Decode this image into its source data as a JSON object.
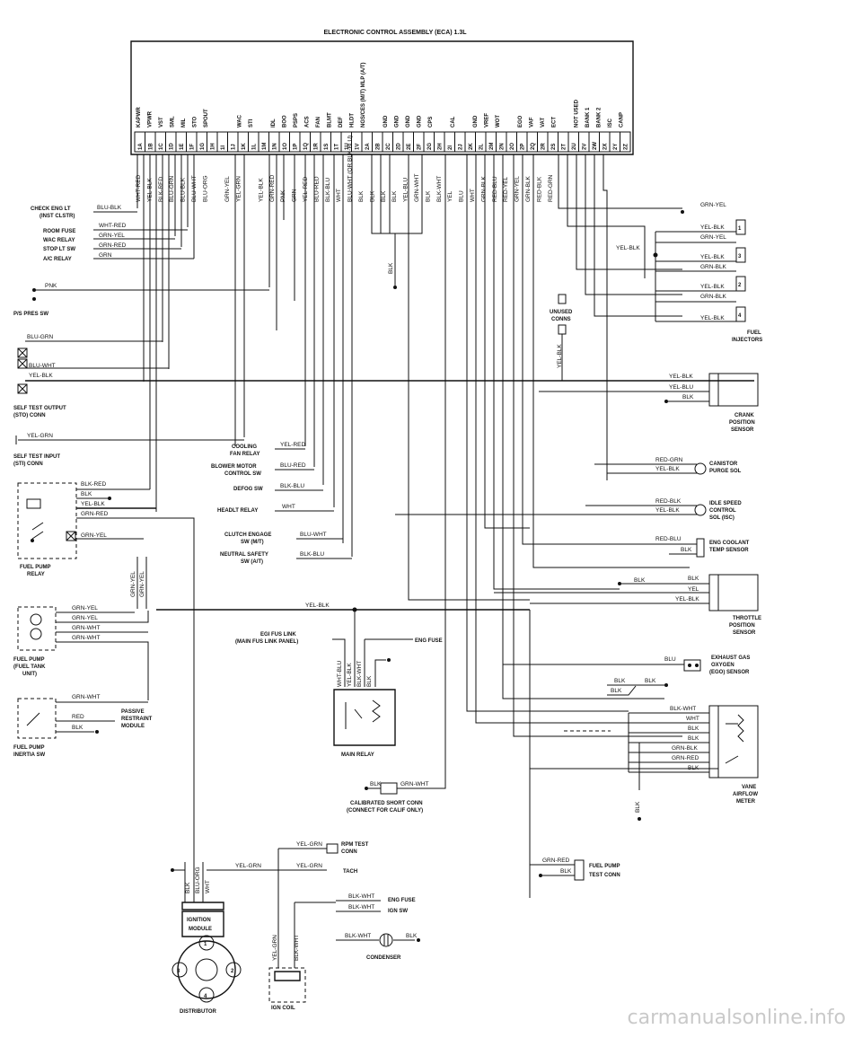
{
  "ecu": {
    "title": "ELECTRONIC CONTROL ASSEMBLY (ECA) 1.3L",
    "functions": [
      "KAPWR",
      "VPWR",
      "VST",
      "SML",
      "MIL",
      "STO",
      "SPOUT",
      "",
      "",
      "WAC",
      "STI",
      "",
      "IDL",
      "BOO",
      "PSPS",
      "ACS",
      "FAN",
      "BLMT",
      "DEF",
      "HLDT",
      "NGS/CES (M/T) MLP (A/T)",
      "",
      "GND",
      "GND",
      "GND",
      "GND",
      "CPS",
      "",
      "CAL",
      "",
      "GND",
      "VREF",
      "WOT",
      "",
      "EGO",
      "VAF",
      "VAT",
      "ECT",
      "",
      "NOT USED",
      "BANK 1",
      "BANK 2",
      "ISC",
      "CANP"
    ],
    "pins": [
      "1A",
      "1B",
      "1C",
      "1D",
      "1E",
      "1F",
      "1G",
      "1H",
      "1I",
      "1J",
      "1K",
      "1L",
      "1M",
      "1N",
      "1O",
      "1P",
      "1Q",
      "1R",
      "1S",
      "1T",
      "1U",
      "1V",
      "2A",
      "2B",
      "2C",
      "2D",
      "2E",
      "2F",
      "2G",
      "2H",
      "2I",
      "2J",
      "2K",
      "2L",
      "2M",
      "2N",
      "2O",
      "2P",
      "2Q",
      "2R",
      "2S",
      "2T",
      "2U",
      "2V",
      "2W",
      "2X",
      "2Y",
      "2Z"
    ]
  },
  "ecu_wires": [
    "WHT-RED",
    "YEL-BLK",
    "BLK-RED",
    "BLU-GRN",
    "BLU-BLK",
    "BLU-WHT",
    "BLU-ORG",
    "",
    "GRN-YEL",
    "YEL-GRN",
    "",
    "YEL-BLK",
    "GRN-RED",
    "PNK",
    "GRN",
    "YEL-RED",
    "BLU-RED",
    "BLK-BLU",
    "WHT",
    "BLU-WHT (OR BLK-BLU)",
    "BLK",
    "BLK",
    "BLK",
    "BLK",
    "YEL-BLU",
    "GRN-WHT",
    "BLK",
    "BLK-WHT",
    "YEL",
    "BLU",
    "WHT",
    "GRN-BLK",
    "RED-BLU",
    "RED-YEL",
    "GRN-YEL",
    "GRN-BLK",
    "RED-BLK",
    "RED-GRN"
  ],
  "left": {
    "check_eng": "CHECK ENG LT",
    "inst_clstr": "(INST CLSTR)",
    "check_eng_wire": "BLU-BLK",
    "room_fuse": "ROOM FUSE",
    "room_fuse_wire": "WHT-RED",
    "wac_relay": "WAC RELAY",
    "wac_wire": "GRN-YEL",
    "stop_lt": "STOP LT SW",
    "stop_wire": "GRN-RED",
    "ac_relay": "A/C RELAY",
    "ac_wire": "GRN",
    "pnk": "PNK",
    "ps_pres": "P/S PRES SW",
    "blu_grn": "BLU-GRN",
    "blu_wht": "BLU-WHT",
    "yel_blk": "YEL-BLK",
    "sto_conn": "SELF TEST OUTPUT",
    "sto_conn2": "(STO) CONN",
    "yel_grn": "YEL-GRN",
    "sti_conn": "SELF TEST INPUT",
    "sti_conn2": "(STI) CONN",
    "fp_relay_wires": [
      "BLK-RED",
      "BLK",
      "YEL-BLK",
      "GRN-RED",
      "GRN-YEL"
    ],
    "fp_relay": "FUEL PUMP",
    "fp_relay2": "RELAY",
    "relay_vert_wires": [
      "GRN-YEL",
      "GRN-YEL"
    ],
    "fp_tank_wires": [
      "GRN-YEL",
      "GRN-YEL",
      "GRN-WHT",
      "GRN-WHT"
    ],
    "fp_tank": "FUEL PUMP",
    "fp_tank2": "(FUEL TANK",
    "fp_tank3": "UNIT)",
    "inertia_wires": [
      "GRN-WHT",
      "RED",
      "BLK"
    ],
    "passive": "PASSIVE",
    "passive2": "RESTRAINT",
    "passive3": "MODULE",
    "inertia": "FUEL PUMP",
    "inertia2": "INERTIA SW"
  },
  "center": {
    "cooling": "COOLING",
    "cooling2": "FAN RELAY",
    "cooling_wire": "YEL-RED",
    "blower": "BLOWER MOTOR",
    "blower2": "CONTROL SW",
    "blower_wire": "BLU-RED",
    "defog": "DEFOG SW",
    "defog_wire": "BLK-BLU",
    "headlt": "HEADLT RELAY",
    "headlt_wire": "WHT",
    "clutch": "CLUTCH ENGAGE",
    "clutch2": "SW (M/T)",
    "clutch_wire": "BLU-WHT",
    "neutral": "NEUTRAL SAFETY",
    "neutral2": "SW (A/T)",
    "neutral_wire": "BLK-BLU",
    "yel_blk_bus": "YEL-BLK",
    "egi": "EGI FUS LINK",
    "egi2": "(MAIN FUS LINK PANEL)",
    "eng_fuse": "ENG FUSE",
    "main_relay_wires": [
      "WHT-BLU",
      "YEL-BLK",
      "BLK-WHT",
      "BLK"
    ],
    "main_relay": "MAIN RELAY",
    "vert_blk": "BLK",
    "cal_blk": "BLK",
    "cal_grn_wht": "GRN-WHT",
    "cal_conn": "CALIBRATED SHORT CONN",
    "cal_conn2": "(CONNECT FOR CALIF ONLY)"
  },
  "right": {
    "inj_wires": [
      "GRN-YEL",
      "YEL-BLK",
      "GRN-YEL",
      "YEL-BLK",
      "GRN-BLK",
      "YEL-BLK",
      "GRN-BLK",
      "YEL-BLK"
    ],
    "inj_yel_blk": "YEL-BLK",
    "inj_nums": [
      "1",
      "3",
      "2",
      "4"
    ],
    "fuel_inj": "FUEL",
    "fuel_inj2": "INJECTORS",
    "unused": "UNUSED",
    "unused2": "CONNS",
    "unused_wire": "YEL-BLK",
    "crank_wires": [
      "YEL-BLK",
      "YEL-BLU",
      "BLK"
    ],
    "crank": "CRANK",
    "crank2": "POSITION",
    "crank3": "SENSOR",
    "canister_wires": [
      "RED-GRN",
      "YEL-BLK"
    ],
    "canister": "CANISTOR",
    "canister2": "PURGE SOL",
    "isc_wires": [
      "RED-BLK",
      "YEL-BLK"
    ],
    "isc": "IDLE SPEED",
    "isc2": "CONTROL",
    "isc3": "SOL (ISC)",
    "ect_wires": [
      "RED-BLU",
      "BLK"
    ],
    "ect": "ENG COOLANT",
    "ect2": "TEMP SENSOR",
    "tps_wires": [
      "BLK",
      "BLK",
      "YEL",
      "YEL-BLK"
    ],
    "tps": "THROTTLE",
    "tps2": "POSITION",
    "tps3": "SENSOR",
    "ego_wires": [
      "BLU",
      "BLK",
      "BLK",
      "BLK"
    ],
    "ego": "EXHAUST GAS",
    "ego2": "OXYGEN",
    "ego3": "(EGO) SENSOR",
    "vane_wires": [
      "BLK-WHT",
      "WHT",
      "BLK",
      "BLK",
      "GRN-BLK",
      "GRN-RED",
      "BLK"
    ],
    "vane": "VANE",
    "vane2": "AIRFLOW",
    "vane3": "METER",
    "vane_blk": "BLK"
  },
  "bottom": {
    "rpm_wire": "YEL-GRN",
    "rpm": "RPM TEST",
    "rpm2": "CONN",
    "tach_wire": "YEL-GRN",
    "tach": "TACH",
    "yel_grn_main": "YEL-GRN",
    "ign_wires": [
      "BLK",
      "BLU-ORG",
      "WHT"
    ],
    "ign_module": "IGNITION",
    "ign_module2": "MODULE",
    "dist_nums": [
      "1",
      "3",
      "2",
      "4"
    ],
    "distributor": "DISTRIBUTOR",
    "coil_wires": [
      "YEL-GRN",
      "BLK-WHT"
    ],
    "ign_coil": "IGN COIL",
    "ign_fuse_wires": [
      "BLK-WHT",
      "BLK-WHT"
    ],
    "ign_fuse": "ENG FUSE",
    "ign_fuse2": "IGN SW",
    "cond_wires": [
      "BLK-WHT",
      "BLK"
    ],
    "condenser": "CONDENSER",
    "fp_test_wires": [
      "GRN-RED",
      "BLK"
    ],
    "fp_test": "FUEL PUMP",
    "fp_test2": "TEST CONN"
  },
  "watermark": "carmanualsonline.info"
}
